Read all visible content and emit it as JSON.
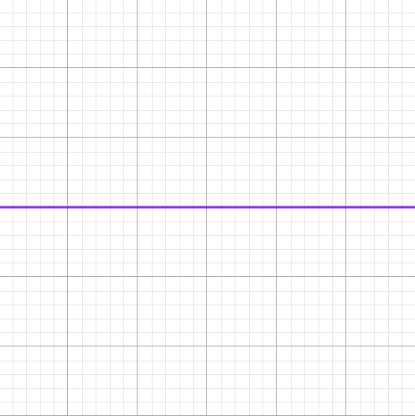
{
  "chart_data": {
    "type": "line",
    "title": "",
    "xlabel": "",
    "ylabel": "",
    "grid": true,
    "minor_grid": true,
    "minor_per_major": 5,
    "series": [
      {
        "x": [
          -3,
          3
        ],
        "values": [
          0,
          0
        ],
        "color": "#8a2be2"
      }
    ]
  },
  "colors": {
    "background": "#ffffff",
    "major_grid": "#a6a6a6",
    "minor_grid": "#e6e6e6",
    "line": "#8a2be2"
  }
}
